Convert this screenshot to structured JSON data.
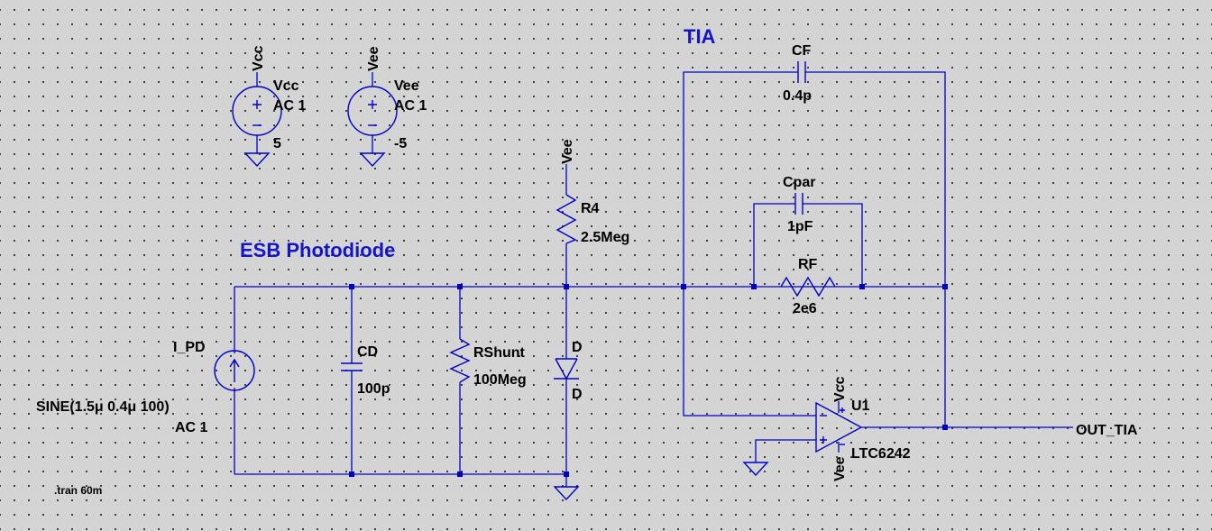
{
  "titles": {
    "tia": "TIA",
    "photodiode": "ESB Photodiode"
  },
  "directive": ".tran 60m",
  "components": {
    "vcc": {
      "net": "Vcc",
      "name": "Vcc",
      "ac": "AC 1",
      "value": "5"
    },
    "vee": {
      "net": "Vee",
      "name": "Vee",
      "ac": "AC 1",
      "value": "-5"
    },
    "r4": {
      "net": "Vee",
      "name": "R4",
      "value": "2.5Meg"
    },
    "cf": {
      "name": "CF",
      "value": "0.4p"
    },
    "cpar": {
      "name": "Cpar",
      "value": "1pF"
    },
    "rf": {
      "name": "RF",
      "value": "2e6"
    },
    "i_pd": {
      "name": "I_PD",
      "value": "SINE(1.5μ 0.4μ 100)",
      "ac": "AC 1"
    },
    "cd": {
      "name": "CD",
      "value": "100p"
    },
    "rshunt": {
      "name": "RShunt",
      "value": "100Meg"
    },
    "diode": {
      "name": "D",
      "value": "D"
    },
    "opamp": {
      "name": "U1",
      "model": "LTC6242",
      "pos_supply": "Vcc",
      "neg_supply": "Vee"
    }
  },
  "output": {
    "net": "OUT_TIA"
  },
  "colors": {
    "wire": "#0000c8",
    "title": "#1414c8",
    "background": "#d4d4d4"
  }
}
